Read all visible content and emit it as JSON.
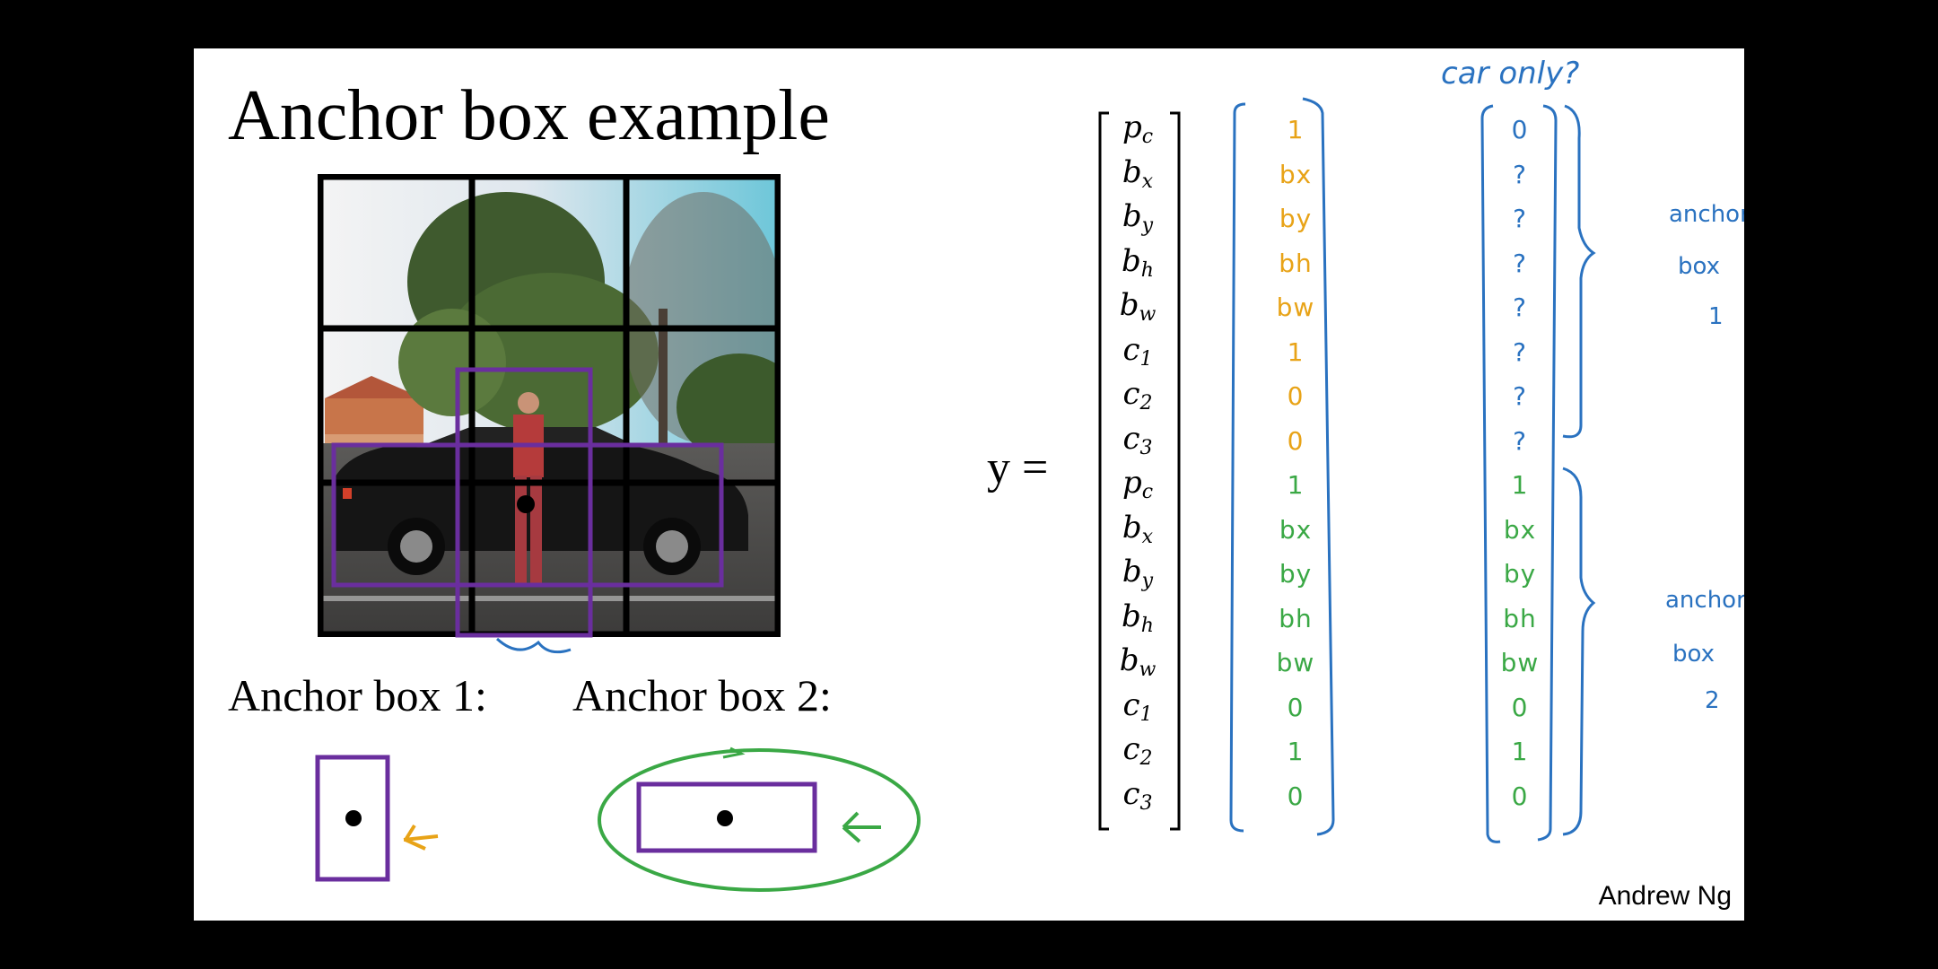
{
  "slide": {
    "title": "Anchor box example",
    "anchor_box_1_label": "Anchor box 1:",
    "anchor_box_2_label": "Anchor box 2:",
    "y_label": "y  =",
    "credit": "Andrew Ng"
  },
  "vector_symbols": [
    {
      "base": "p",
      "sub": "c"
    },
    {
      "base": "b",
      "sub": "x"
    },
    {
      "base": "b",
      "sub": "y"
    },
    {
      "base": "b",
      "sub": "h"
    },
    {
      "base": "b",
      "sub": "w"
    },
    {
      "base": "c",
      "sub": "1"
    },
    {
      "base": "c",
      "sub": "2"
    },
    {
      "base": "c",
      "sub": "3"
    },
    {
      "base": "p",
      "sub": "c"
    },
    {
      "base": "b",
      "sub": "x"
    },
    {
      "base": "b",
      "sub": "y"
    },
    {
      "base": "b",
      "sub": "h"
    },
    {
      "base": "b",
      "sub": "w"
    },
    {
      "base": "c",
      "sub": "1"
    },
    {
      "base": "c",
      "sub": "2"
    },
    {
      "base": "c",
      "sub": "3"
    }
  ],
  "column1_values": [
    "1",
    "bx",
    "by",
    "bh",
    "bw",
    "1",
    "0",
    "0",
    "1",
    "bx",
    "by",
    "bh",
    "bw",
    "0",
    "1",
    "0"
  ],
  "column2_values": [
    "0",
    "?",
    "?",
    "?",
    "?",
    "?",
    "?",
    "?",
    "1",
    "bx",
    "by",
    "bh",
    "bw",
    "0",
    "1",
    "0"
  ],
  "annotations": {
    "car_only": "car only?",
    "anchor_box_1_note": [
      "anchor",
      "box",
      "1"
    ],
    "anchor_box_2_note": [
      "anchor",
      "box",
      "2"
    ]
  },
  "colors": {
    "grid": "#000000",
    "anchor_box": "#6a2e9e",
    "handwriting_blue": "#2a72c0",
    "handwriting_orange": "#e8a317",
    "handwriting_green": "#3aa845"
  }
}
